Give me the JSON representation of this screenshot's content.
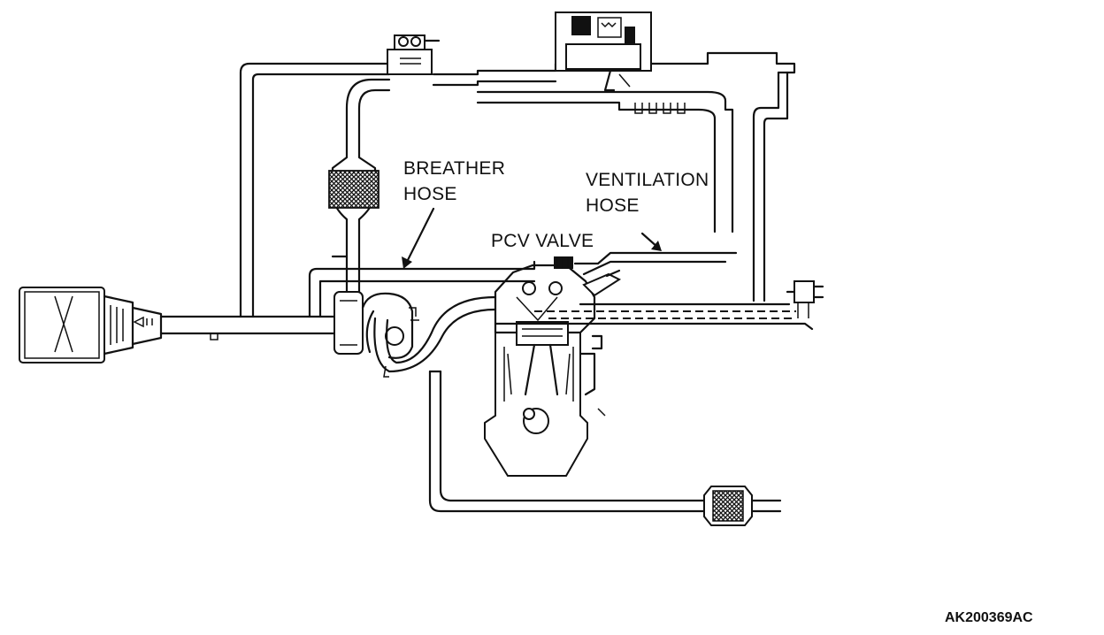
{
  "diagram": {
    "labels": {
      "breather_hose": "BREATHER\nHOSE",
      "ventilation_hose": "VENTILATION\nHOSE",
      "pcv_valve": "PCV VALVE"
    },
    "figure_code": "AK200369AC"
  },
  "colors": {
    "line": "#111111",
    "background": "#ffffff"
  }
}
